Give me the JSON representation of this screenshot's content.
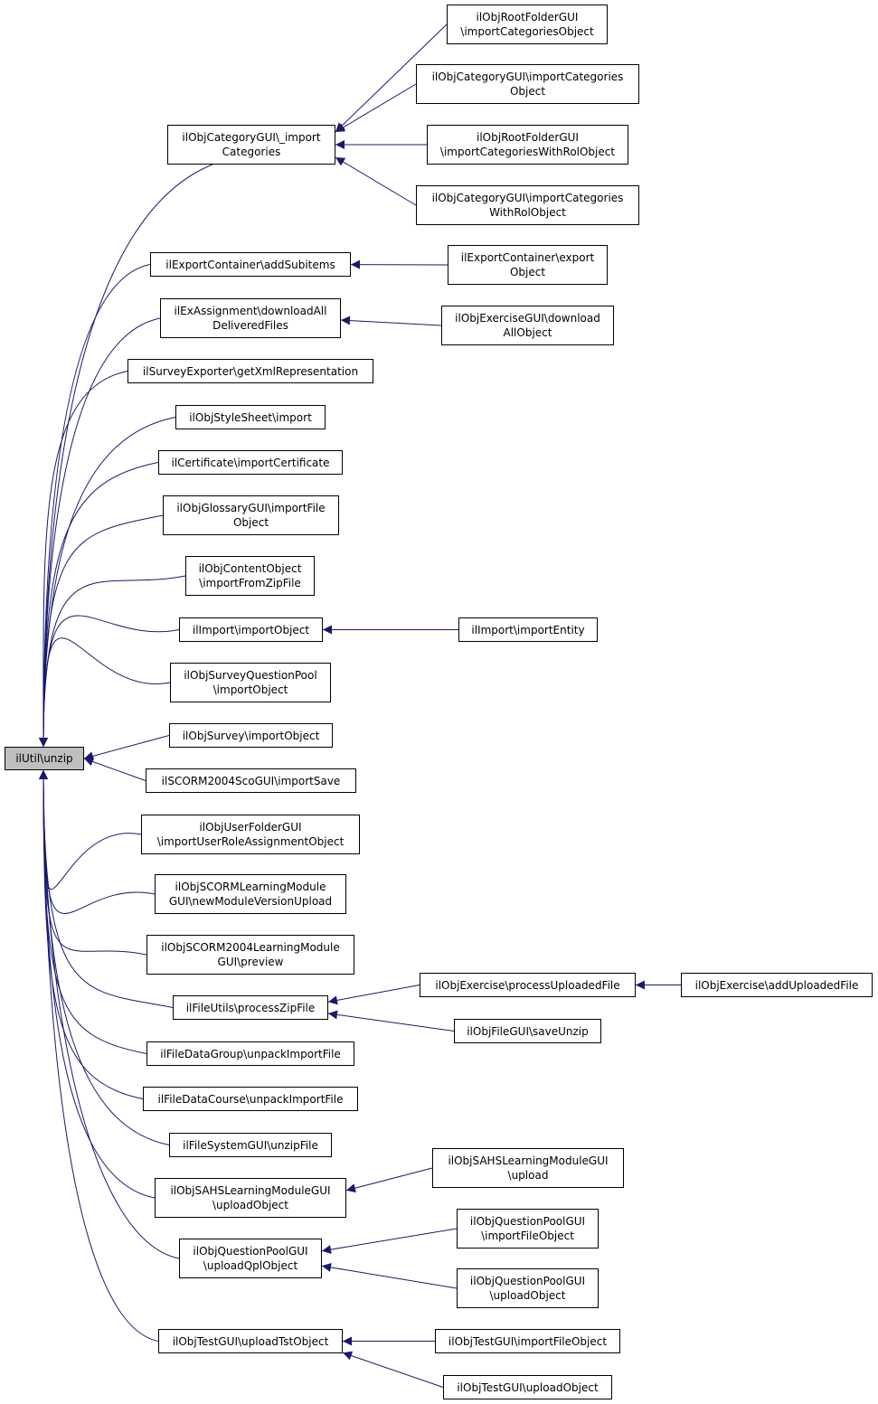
{
  "colors": {
    "edge": "#191970",
    "root_fill": "#bfbfbf",
    "node_border": "#000000"
  },
  "root": {
    "label": "ilUtil\\unzip"
  },
  "nodes": {
    "cat_import": "ilObjCategoryGUI\\_import\nCategories",
    "root_import_cat": "ilObjRootFolderGUI\n\\importCategoriesObject",
    "cat_import_cat": "ilObjCategoryGUI\\importCategories\nObject",
    "root_import_rol": "ilObjRootFolderGUI\n\\importCategoriesWithRolObject",
    "cat_import_rol": "ilObjCategoryGUI\\importCategories\nWithRolObject",
    "export_add": "ilExportContainer\\addSubitems",
    "export_obj": "ilExportContainer\\export\nObject",
    "exassign_dl": "ilExAssignment\\downloadAll\nDeliveredFiles",
    "exercise_dl": "ilObjExerciseGUI\\download\nAllObject",
    "survey_xml": "ilSurveyExporter\\getXmlRepresentation",
    "style_import": "ilObjStyleSheet\\import",
    "cert_import": "ilCertificate\\importCertificate",
    "gloss_import": "ilObjGlossaryGUI\\importFile\nObject",
    "content_zip": "ilObjContentObject\n\\importFromZipFile",
    "import_obj": "ilImport\\importObject",
    "import_entity": "ilImport\\importEntity",
    "sqpool_import": "ilObjSurveyQuestionPool\n\\importObject",
    "survey_import": "ilObjSurvey\\importObject",
    "scorm_sco": "ilSCORM2004ScoGUI\\importSave",
    "userfolder": "ilObjUserFolderGUI\n\\importUserRoleAssignmentObject",
    "scorm_lm": "ilObjSCORMLearningModule\nGUI\\newModuleVersionUpload",
    "scorm2004_preview": "ilObjSCORM2004LearningModule\nGUI\\preview",
    "fileutils_zip": "ilFileUtils\\processZipFile",
    "exercise_process": "ilObjExercise\\processUploadedFile",
    "exercise_add": "ilObjExercise\\addUploadedFile",
    "filegui_unzip": "ilObjFileGUI\\saveUnzip",
    "fdgroup": "ilFileDataGroup\\unpackImportFile",
    "fdcourse": "ilFileDataCourse\\unpackImportFile",
    "fsgui": "ilFileSystemGUI\\unzipFile",
    "sahs_uploadobj": "ilObjSAHSLearningModuleGUI\n\\uploadObject",
    "sahs_upload": "ilObjSAHSLearningModuleGUI\n\\upload",
    "qpl_upload": "ilObjQuestionPoolGUI\n\\uploadQplObject",
    "qpl_importfile": "ilObjQuestionPoolGUI\n\\importFileObject",
    "qpl_uploadobj": "ilObjQuestionPoolGUI\n\\uploadObject",
    "tst_upload": "ilObjTestGUI\\uploadTstObject",
    "tst_importfile": "ilObjTestGUI\\importFileObject",
    "tst_uploadobj": "ilObjTestGUI\\uploadObject"
  },
  "edges": [
    [
      "cat_import",
      "root"
    ],
    [
      "export_add",
      "root"
    ],
    [
      "exassign_dl",
      "root"
    ],
    [
      "survey_xml",
      "root"
    ],
    [
      "style_import",
      "root"
    ],
    [
      "cert_import",
      "root"
    ],
    [
      "gloss_import",
      "root"
    ],
    [
      "content_zip",
      "root"
    ],
    [
      "import_obj",
      "root"
    ],
    [
      "sqpool_import",
      "root"
    ],
    [
      "survey_import",
      "root"
    ],
    [
      "scorm_sco",
      "root"
    ],
    [
      "userfolder",
      "root"
    ],
    [
      "scorm_lm",
      "root"
    ],
    [
      "scorm2004_preview",
      "root"
    ],
    [
      "fileutils_zip",
      "root"
    ],
    [
      "fdgroup",
      "root"
    ],
    [
      "fdcourse",
      "root"
    ],
    [
      "fsgui",
      "root"
    ],
    [
      "sahs_uploadobj",
      "root"
    ],
    [
      "qpl_upload",
      "root"
    ],
    [
      "tst_upload",
      "root"
    ],
    [
      "root_import_cat",
      "cat_import"
    ],
    [
      "cat_import_cat",
      "cat_import"
    ],
    [
      "root_import_rol",
      "cat_import"
    ],
    [
      "cat_import_rol",
      "cat_import"
    ],
    [
      "export_obj",
      "export_add"
    ],
    [
      "exercise_dl",
      "exassign_dl"
    ],
    [
      "import_entity",
      "import_obj"
    ],
    [
      "exercise_process",
      "fileutils_zip"
    ],
    [
      "filegui_unzip",
      "fileutils_zip"
    ],
    [
      "exercise_add",
      "exercise_process"
    ],
    [
      "sahs_upload",
      "sahs_uploadobj"
    ],
    [
      "qpl_importfile",
      "qpl_upload"
    ],
    [
      "qpl_uploadobj",
      "qpl_upload"
    ],
    [
      "tst_importfile",
      "tst_upload"
    ],
    [
      "tst_uploadobj",
      "tst_upload"
    ]
  ]
}
